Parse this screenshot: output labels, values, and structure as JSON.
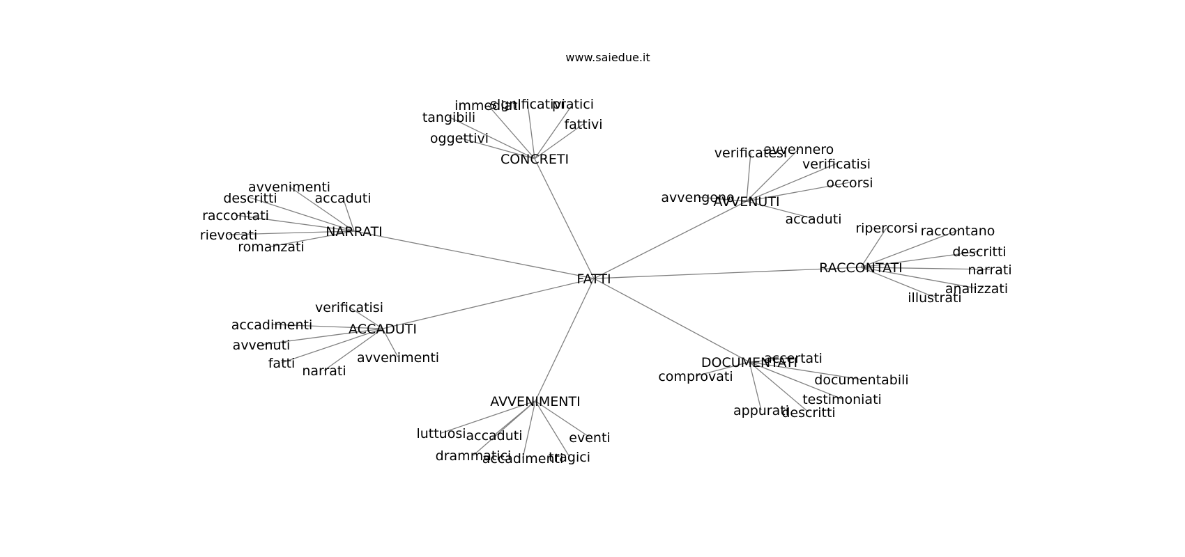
{
  "credit": "www.saiedue.it",
  "center": "FATTI",
  "hubs": [
    {
      "id": "concreti",
      "label": "CONCRETI",
      "leaves": [
        "immediati",
        "significativi",
        "pratici",
        "tangibili",
        "fattivi",
        "oggettivi"
      ]
    },
    {
      "id": "avvenuti",
      "label": "AVVENUTI",
      "leaves": [
        "verificatesi",
        "avvennero",
        "verificatisi",
        "occorsi",
        "avvengono",
        "accaduti"
      ]
    },
    {
      "id": "raccontati",
      "label": "RACCONTATI",
      "leaves": [
        "ripercorsi",
        "raccontano",
        "descritti",
        "narrati",
        "analizzati",
        "illustrati"
      ]
    },
    {
      "id": "documentati",
      "label": "DOCUMENTATI",
      "leaves": [
        "accertati",
        "comprovati",
        "documentabili",
        "testimoniati",
        "appurati",
        "descritti"
      ]
    },
    {
      "id": "avvenimenti",
      "label": "AVVENIMENTI",
      "leaves": [
        "luttuosi",
        "accaduti",
        "eventi",
        "drammatici",
        "accadimenti",
        "tragici"
      ]
    },
    {
      "id": "accaduti",
      "label": "ACCADUTI",
      "leaves": [
        "verificatisi",
        "accadimenti",
        "avvenuti",
        "fatti",
        "narrati",
        "avvenimenti"
      ]
    },
    {
      "id": "narrati",
      "label": "NARRATI",
      "leaves": [
        "avvenimenti",
        "descritti",
        "accaduti",
        "raccontati",
        "rievocati",
        "romanzati"
      ]
    }
  ]
}
